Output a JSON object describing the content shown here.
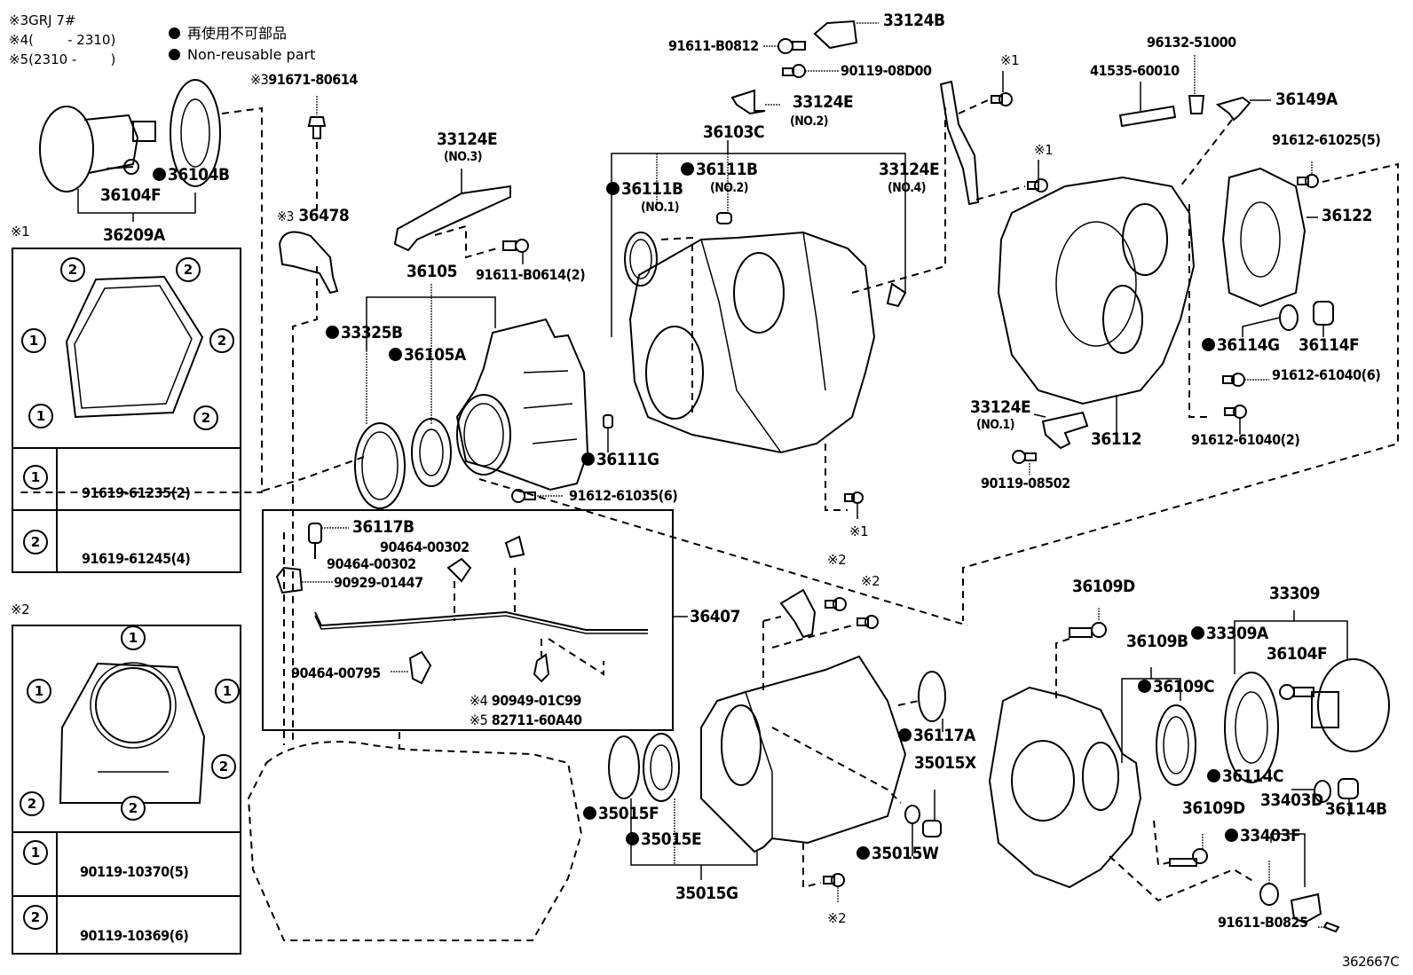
{
  "diagram_id": "362667C",
  "notes": [
    {
      "mark": "※3",
      "text": "GRJ 7#"
    },
    {
      "mark": "※4",
      "text": "(        - 2310)"
    },
    {
      "mark": "※5",
      "text": "(2310 -        )"
    }
  ],
  "legend": {
    "japanese": "再使用不可部品",
    "english": "Non-reusable part"
  },
  "detail_1": {
    "mark": "※1",
    "assembly_label": "36209A",
    "callouts": [
      "2",
      "2",
      "1",
      "2",
      "1",
      "2"
    ],
    "rows": [
      {
        "key": "1",
        "part": "91619-61235(2)"
      },
      {
        "key": "2",
        "part": "91619-61245(4)"
      }
    ]
  },
  "detail_2": {
    "mark": "※2",
    "callouts": [
      "1",
      "1",
      "1",
      "2",
      "2",
      "2"
    ],
    "rows": [
      {
        "key": "1",
        "part": "90119-10370(5)"
      },
      {
        "key": "2",
        "part": "90119-10369(6)"
      }
    ]
  },
  "labels": {
    "p36104B": "36104B",
    "p36104F": "36104F",
    "p36209A": "36209A",
    "p91671": "91671-80614",
    "p91671_mark": "※3",
    "p36478": "36478",
    "p36478_mark": "※3",
    "p33124E_no3": "33124E",
    "p33124E_no3_sub": "(NO.3)",
    "p36105": "36105",
    "p91611_B0614": "91611-B0614(2)",
    "p33325B": "33325B",
    "p36105A": "36105A",
    "p36111G": "36111G",
    "p91612_61035": "91612-61035(6)",
    "p91611_B0812": "91611-B0812",
    "p33124B": "33124B",
    "p90119_08D00": "90119-08D00",
    "p33124E_no2": "33124E",
    "p33124E_no2_sub": "(NO.2)",
    "p36103C": "36103C",
    "p36111B_no2": "36111B",
    "p36111B_no2_sub": "(NO.2)",
    "p36111B_no1": "36111B",
    "p36111B_no1_sub": "(NO.1)",
    "p33124E_no4": "33124E",
    "p33124E_no4_sub": "(NO.4)",
    "mark1_a": "※1",
    "mark1_b": "※1",
    "mark1_c": "※1",
    "p96132": "96132-51000",
    "p41535": "41535-60010",
    "p36149A": "36149A",
    "p91612_61025": "91612-61025(5)",
    "p36122": "36122",
    "p36114G": "36114G",
    "p36114F": "36114F",
    "p91612_61040_6": "91612-61040(6)",
    "p91612_61040_2": "91612-61040(2)",
    "p33124E_no1": "33124E",
    "p33124E_no1_sub": "(NO.1)",
    "p36112": "36112",
    "p90119_08502": "90119-08502",
    "p36117B": "36117B",
    "p90464_00302_a": "90464-00302",
    "p90464_00302_b": "90464-00302",
    "p90929": "90929-01447",
    "p36407": "36407",
    "p90464_00795": "90464-00795",
    "p90949_mark": "※4",
    "p90949": "90949-01C99",
    "p82711_mark": "※5",
    "p82711": "82711-60A40",
    "mark2_a": "※2",
    "mark2_b": "※2",
    "mark2_c": "※2",
    "p36117A": "36117A",
    "p35015X": "35015X",
    "p35015F": "35015F",
    "p35015E": "35015E",
    "p35015W": "35015W",
    "p35015G": "35015G",
    "p36109D_top": "36109D",
    "p33309": "33309",
    "p36109B": "36109B",
    "p33309A": "33309A",
    "p36104F_r": "36104F",
    "p36109C": "36109C",
    "p36114C": "36114C",
    "p36114B": "36114B",
    "p36109D_bot": "36109D",
    "p33403D": "33403D",
    "p33403F": "33403F",
    "p91611_B0825": "91611-B0825"
  }
}
